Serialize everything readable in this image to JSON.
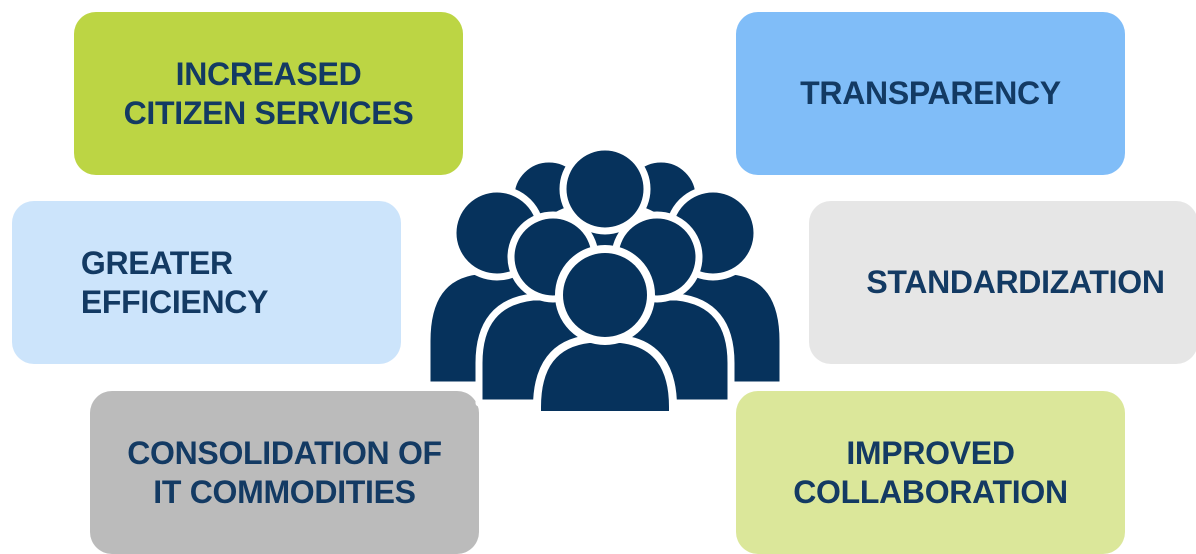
{
  "boxes": {
    "increased_citizen_services": {
      "label": "INCREASED\nCITIZEN SERVICES",
      "color": "#bcd544"
    },
    "transparency": {
      "label": "TRANSPARENCY",
      "color": "#80bdf8"
    },
    "greater_efficiency": {
      "label": "GREATER\nEFFICIENCY",
      "color": "#cce4fb"
    },
    "standardization": {
      "label": "STANDARDIZATION",
      "color": "#e6e6e6"
    },
    "consolidation": {
      "label": "CONSOLIDATION OF\nIT COMMODITIES",
      "color": "#bbbbbb"
    },
    "improved_collaboration": {
      "label": "IMPROVED\nCOLLABORATION",
      "color": "#dbe79a"
    }
  },
  "text_color": "#133a63",
  "icon": {
    "name": "people-group-icon",
    "color": "#06325c"
  }
}
